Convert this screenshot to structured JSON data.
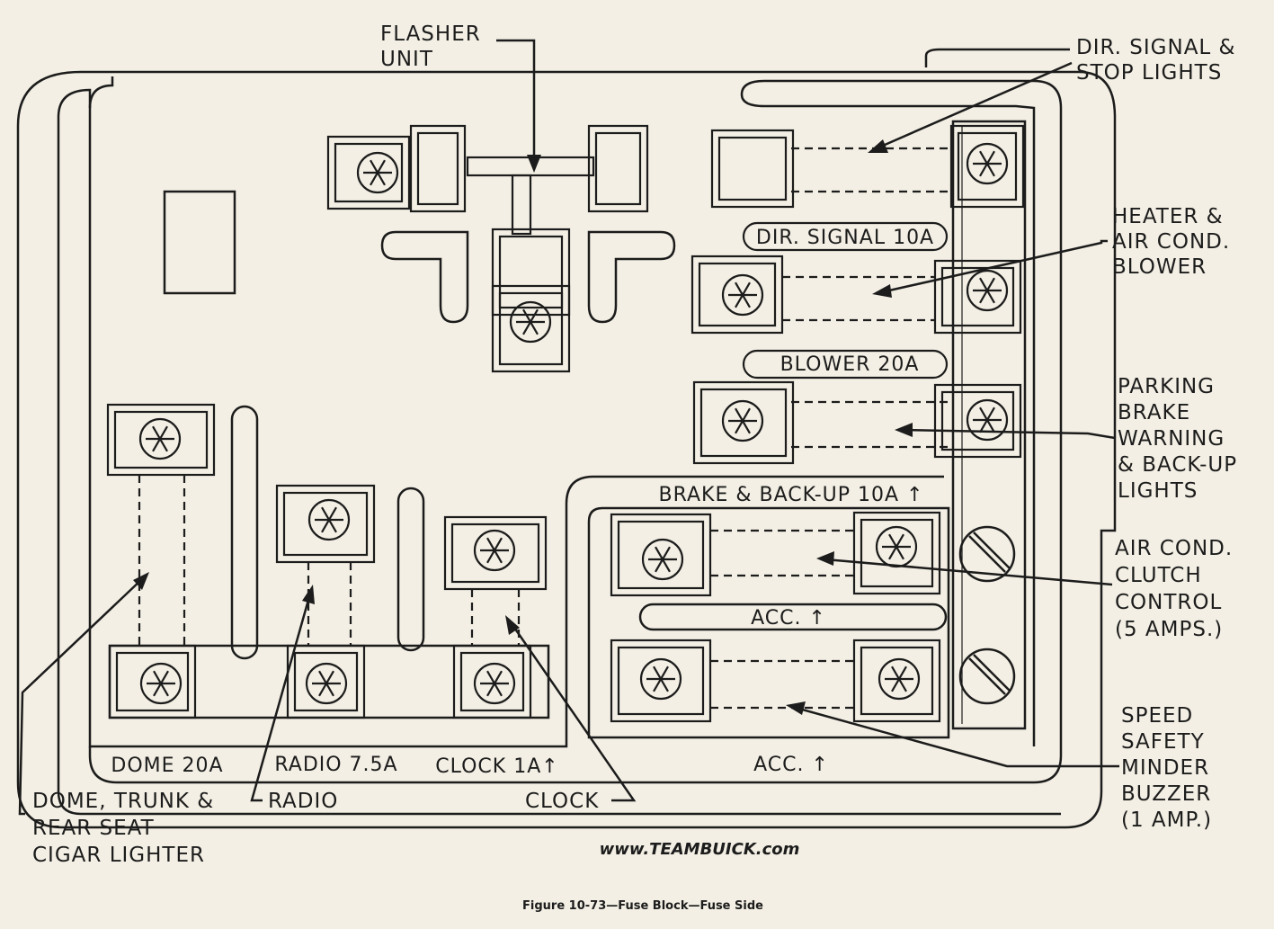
{
  "fuse_labels": {
    "dir_signal": "DIR. SIGNAL 10A",
    "blower": "BLOWER 20A",
    "brake_backup": "BRAKE & BACK-UP 10A ↑",
    "acc_upper": "ACC. ↑",
    "acc_lower": "ACC. ↑",
    "dome": "DOME 20A",
    "radio": "RADIO 7.5A",
    "clock": "CLOCK 1A↑"
  },
  "callouts": {
    "flasher": [
      "FLASHER",
      "UNIT"
    ],
    "dir_stop": [
      "DIR. SIGNAL &",
      "STOP LIGHTS"
    ],
    "heater": [
      "HEATER &",
      "AIR COND.",
      "BLOWER"
    ],
    "parking": [
      "PARKING",
      "BRAKE",
      "WARNING",
      "& BACK-UP",
      "LIGHTS"
    ],
    "ac_clutch": [
      "AIR COND.",
      "CLUTCH",
      "CONTROL",
      "(5 AMPS.)"
    ],
    "speed": [
      "SPEED",
      "SAFETY",
      "MINDER",
      "BUZZER",
      "(1 AMP.)"
    ],
    "dome_trunk": [
      "DOME, TRUNK &",
      "REAR SEAT",
      "CIGAR LIGHTER"
    ],
    "radio": "RADIO",
    "clock": "CLOCK"
  },
  "website": "www.TEAMBUICK.com",
  "caption": "Figure 10-73—Fuse Block—Fuse Side",
  "colors": {
    "ink": "#1c1c1c",
    "paper": "#f3efe4"
  }
}
